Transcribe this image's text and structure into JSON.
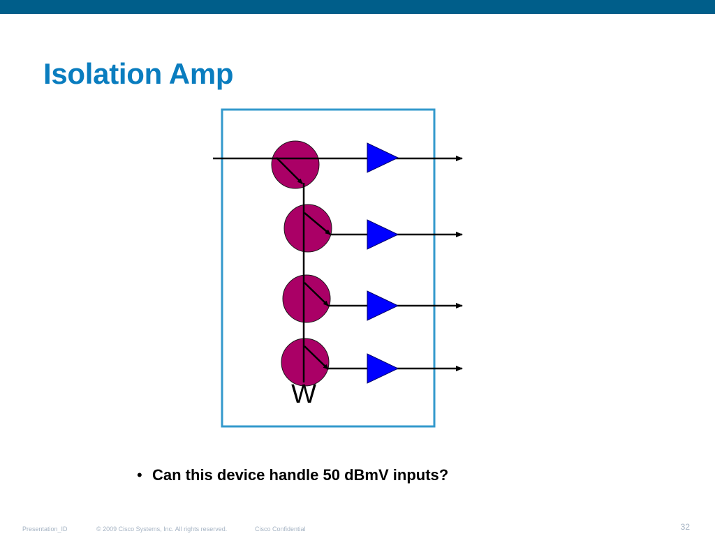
{
  "slide": {
    "title": "Isolation Amp",
    "bullet": "Can this device handle 50 dBmV inputs?",
    "bullet_marker": "•"
  },
  "diagram": {
    "bottom_label": "W",
    "colors": {
      "box_border": "#3399cc",
      "coupler_fill": "#aa0066",
      "amplifier_fill": "#0000ff",
      "line": "#000000"
    }
  },
  "footer": {
    "presentation_id": "Presentation_ID",
    "copyright": "© 2009 Cisco Systems, Inc. All rights reserved.",
    "confidential": "Cisco Confidential",
    "page_number": "32"
  },
  "colors": {
    "top_bar": "#005e8a",
    "title": "#0a7dbf",
    "footer_text": "#a6b4c4"
  }
}
